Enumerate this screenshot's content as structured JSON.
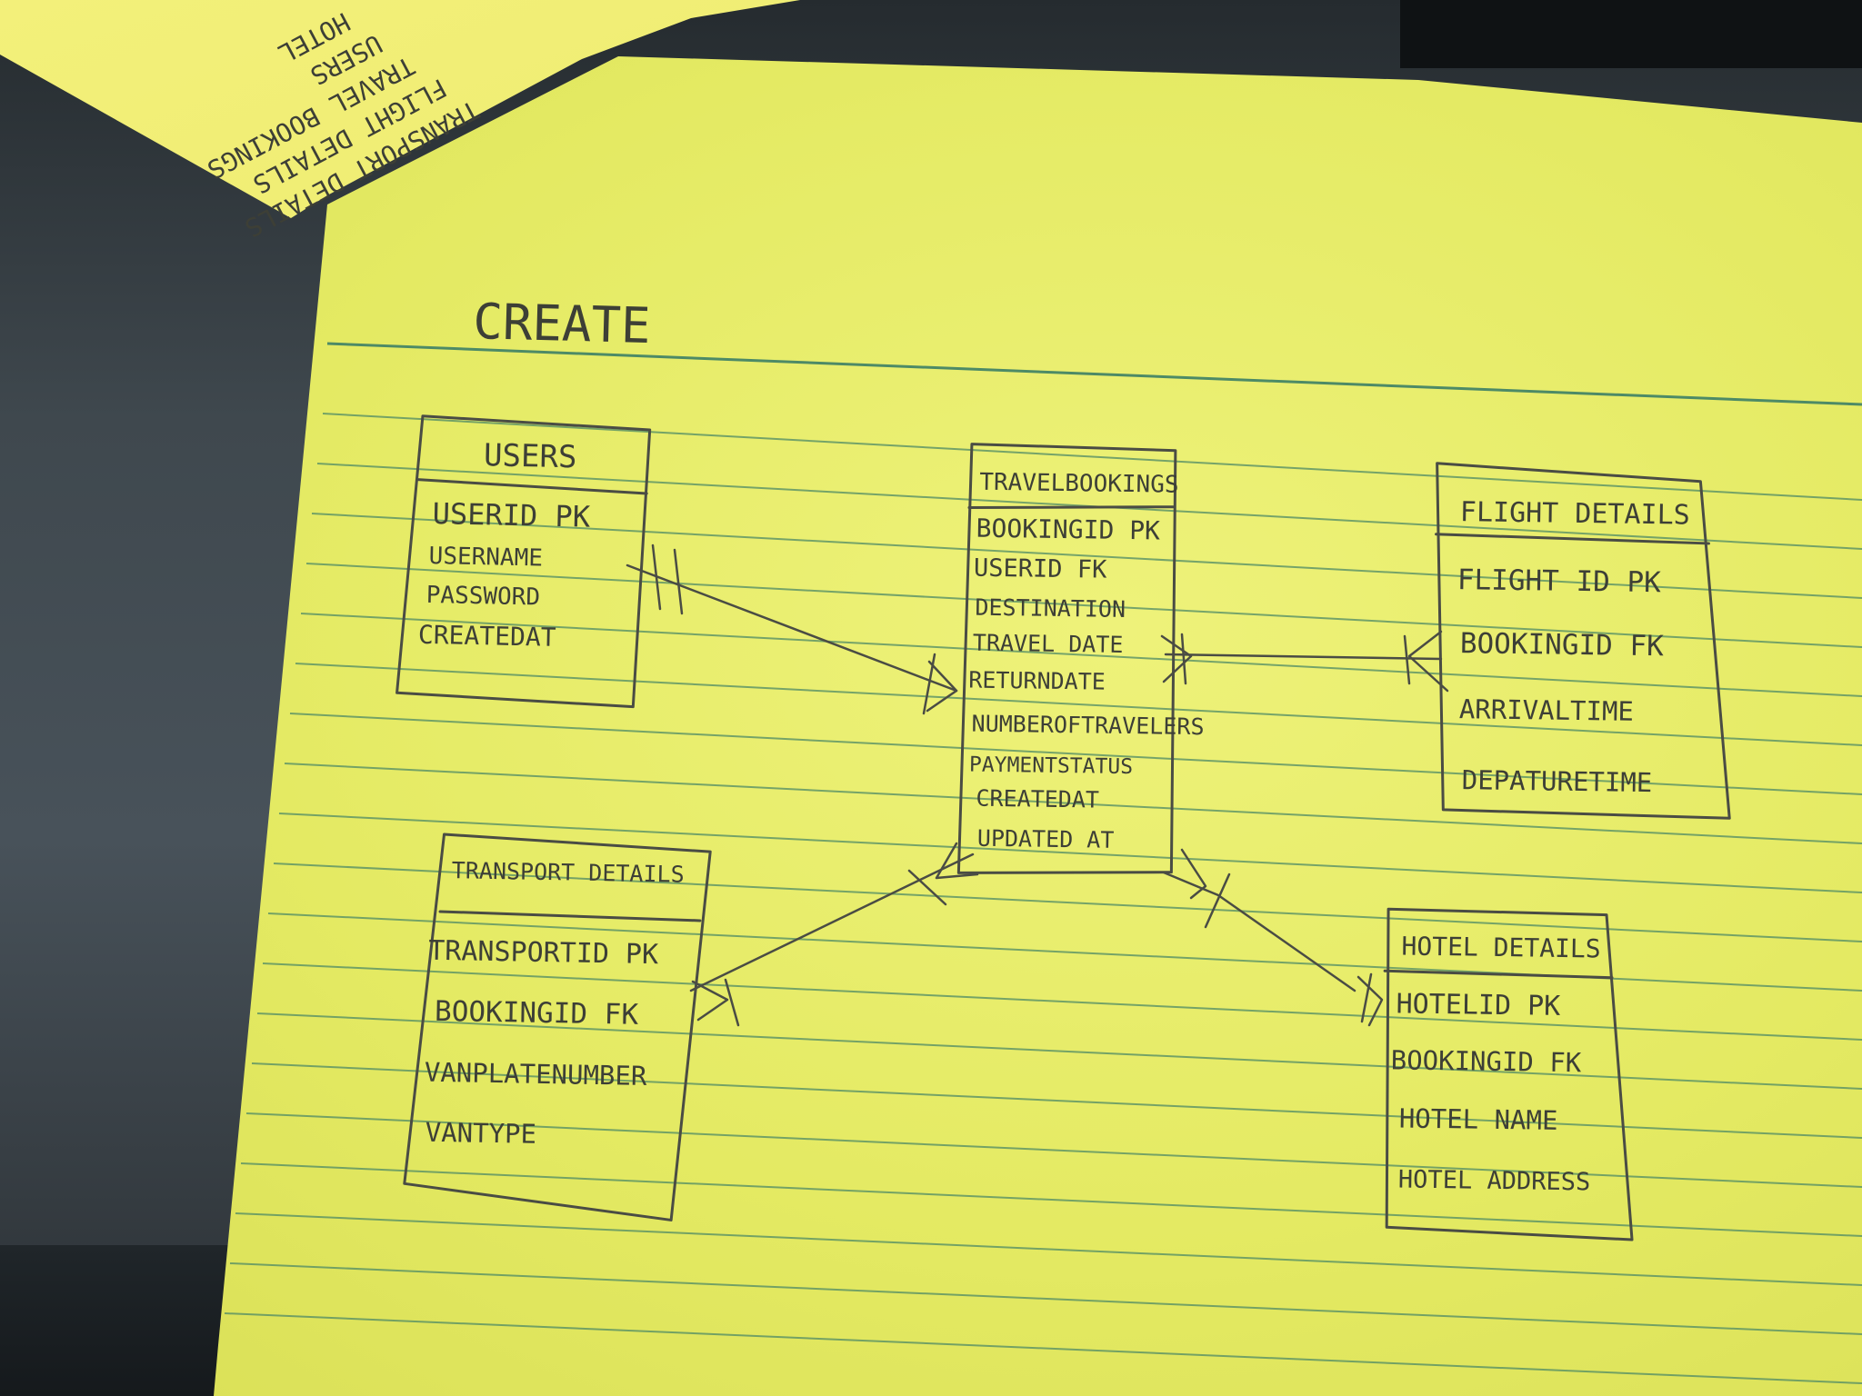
{
  "page_title": "CREATE",
  "top_sheet": {
    "lines": [
      "TRANSPORT DETAILS",
      "FLIGHT DETAILS",
      "TRAVEL BOOKINGS",
      "USERS",
      "HOTEL"
    ]
  },
  "entities": {
    "users": {
      "title": "USERS",
      "fields": [
        "USERID PK",
        "USERNAME",
        "PASSWORD",
        "CREATEDAT"
      ]
    },
    "travel_bookings": {
      "title": "TRAVELBOOKINGS",
      "fields": [
        "BOOKINGID PK",
        "USERID FK",
        "DESTINATION",
        "TRAVEL DATE",
        "RETURNDATE",
        "NUMBEROFTRAVELERS",
        "PAYMENTSTATUS",
        "CREATEDAT",
        "UPDATED AT"
      ]
    },
    "flight_details": {
      "title": "FLIGHT DETAILS",
      "fields": [
        "FLIGHT ID PK",
        "BOOKINGID FK",
        "ARRIVALTIME",
        "DEPATURETIME"
      ]
    },
    "transport_details": {
      "title": "TRANSPORT DETAILS",
      "fields": [
        "TRANSPORTID PK",
        "BOOKINGID FK",
        "VANPLATENUMBER",
        "VANTYPE"
      ]
    },
    "hotel_details": {
      "title": "HOTEL DETAILS",
      "fields": [
        "HOTELID PK",
        "BOOKINGID FK",
        "HOTEL NAME",
        "HOTEL ADDRESS"
      ]
    }
  },
  "colors": {
    "paper": "#e6eb63",
    "rule_lines": "#4d8a66",
    "pencil": "#4a4c44"
  }
}
